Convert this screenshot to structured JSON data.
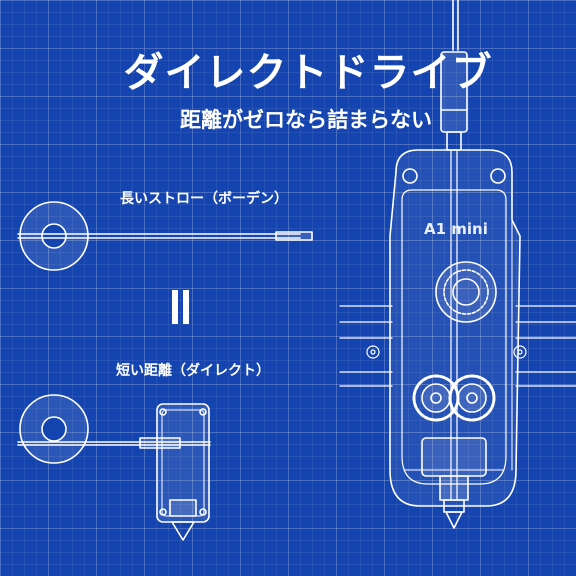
{
  "title": "ダイレクトドライブ",
  "subtitle": "距離がゼロなら詰まらない",
  "left": {
    "top_label": "長いストロー（ボーデン）",
    "equals_symbol": "||",
    "bottom_label": "短い距離（ダイレクト）"
  },
  "right": {
    "model_label": "A1 mini"
  },
  "colors": {
    "background": "#1444b0",
    "line": "#ffffff",
    "grid": "#ffffff"
  },
  "icons": [
    "filament-spool-icon",
    "extruder-head-icon",
    "drive-gear-icon",
    "nozzle-icon"
  ]
}
